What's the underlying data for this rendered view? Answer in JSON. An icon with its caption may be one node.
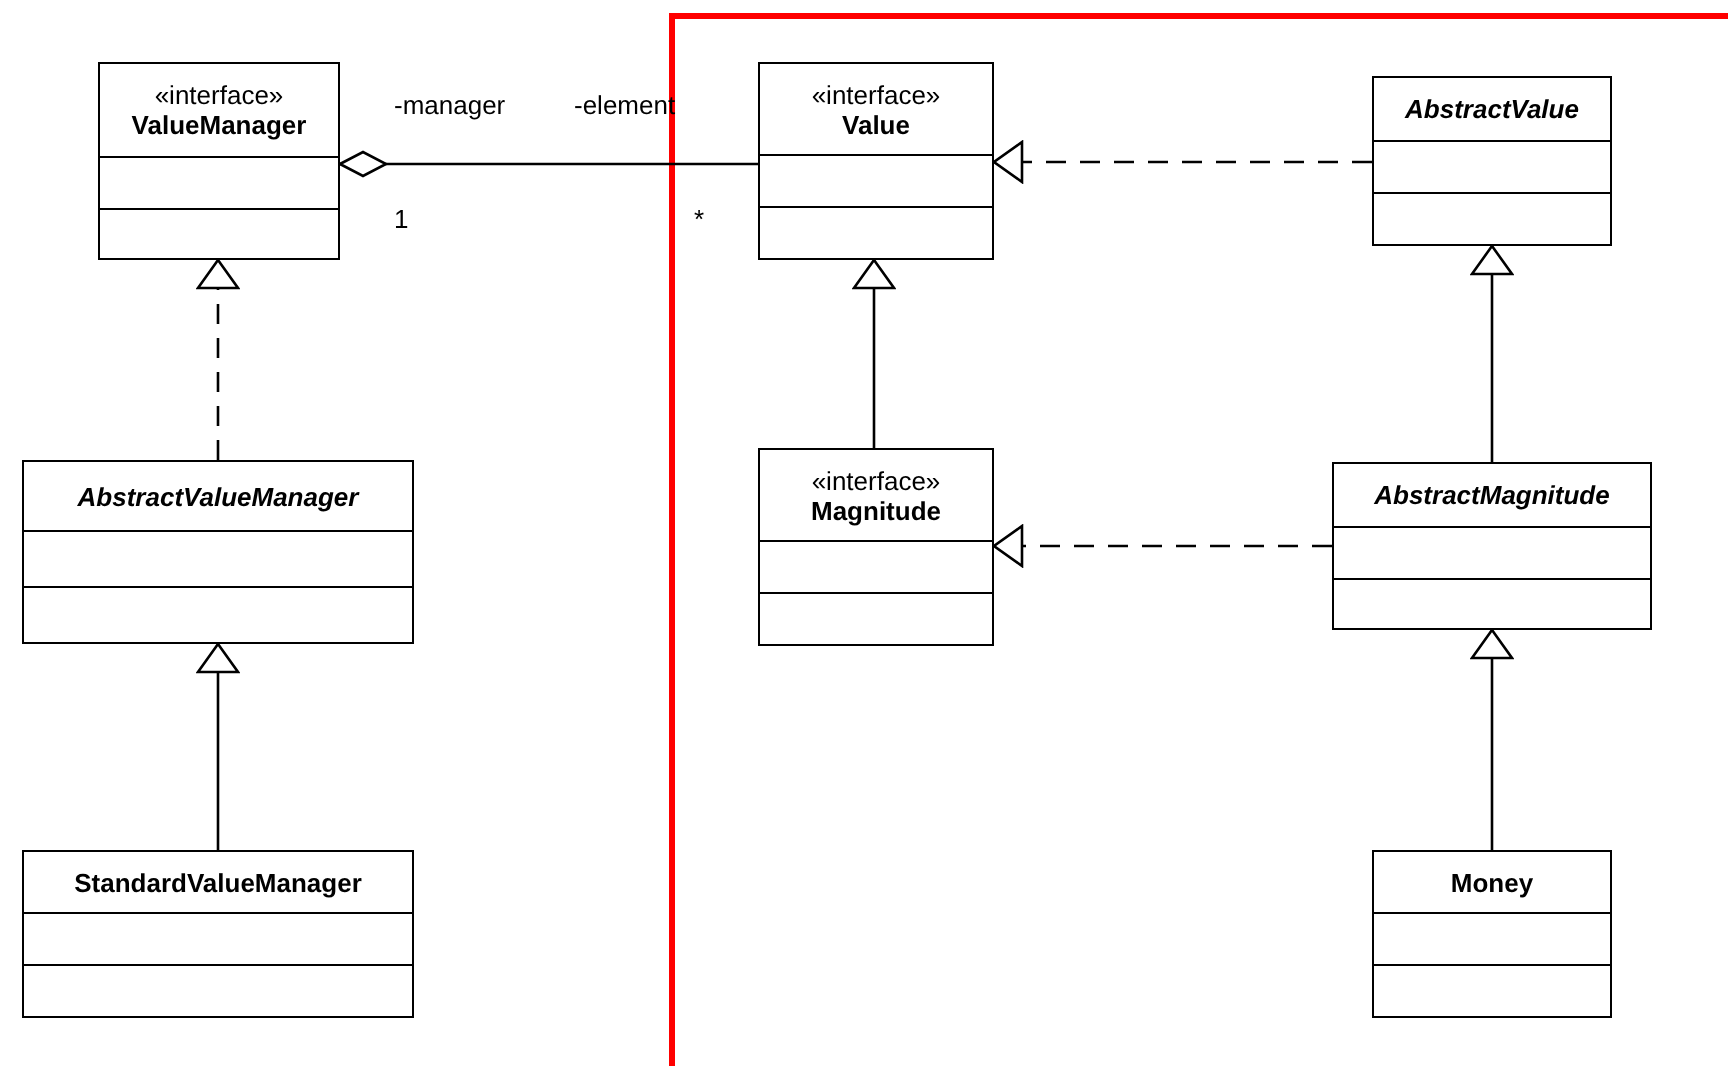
{
  "diagram": {
    "nodes": [
      {
        "text": [
          "«interface»",
          "ValueManager"
        ]
      },
      {
        "text": [
          "AbstractValueManager"
        ]
      },
      {
        "text": [
          "StandardValueManager"
        ]
      },
      {
        "text": [
          "«interface»",
          "Value"
        ]
      },
      {
        "text": [
          "«interface»",
          "Magnitude"
        ]
      },
      {
        "text": [
          "AbstractValue"
        ]
      },
      {
        "text": [
          "AbstractMagnitude"
        ]
      },
      {
        "text": [
          "Money"
        ]
      }
    ],
    "edges": [
      {
        "from": 0,
        "to": 3,
        "arrow": "other"
      },
      {
        "from": 1,
        "to": 0,
        "arrow": "to",
        "style": "dashed"
      },
      {
        "from": 2,
        "to": 1,
        "arrow": "to"
      },
      {
        "from": 5,
        "to": 3,
        "arrow": "to",
        "style": "dashed"
      },
      {
        "from": 4,
        "to": 3,
        "arrow": "to"
      },
      {
        "from": 6,
        "to": 4,
        "arrow": "to",
        "style": "dashed"
      },
      {
        "from": 6,
        "to": 5,
        "arrow": "to"
      },
      {
        "from": 7,
        "to": 6,
        "arrow": "to"
      }
    ],
    "labels": [
      "-manager",
      "-element",
      "1",
      "*"
    ]
  }
}
